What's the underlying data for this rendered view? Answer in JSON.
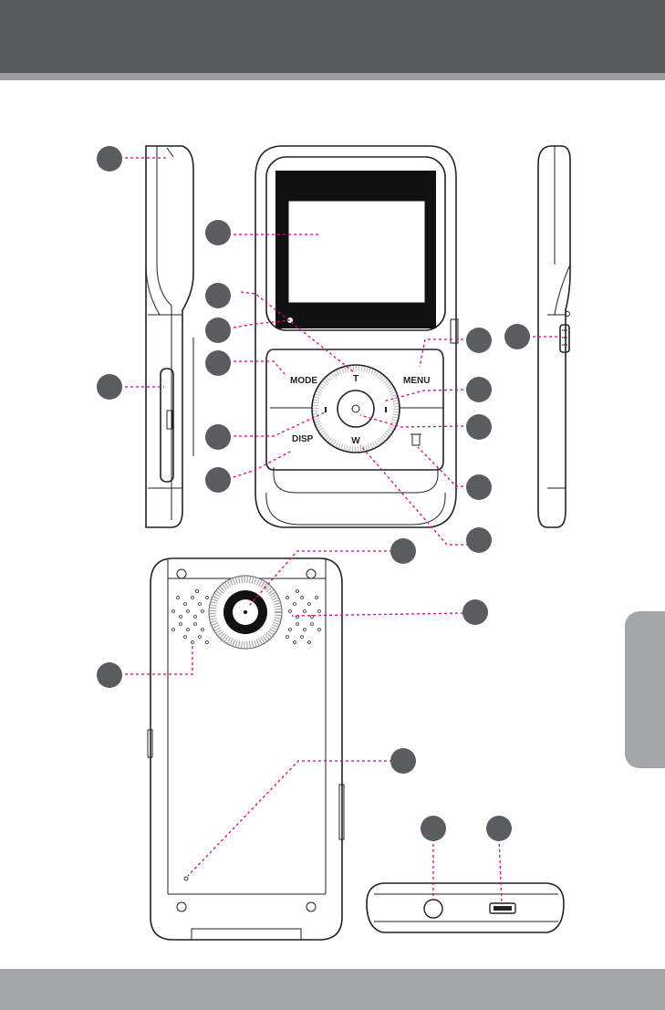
{
  "page": {
    "header_color": "#595a5e",
    "footer_color": "#a4a5a8",
    "callout_color": "#5b5c60",
    "leader_color": "#e6007e"
  },
  "buttons": {
    "mode": "MODE",
    "menu": "MENU",
    "disp": "DISP",
    "tele": "T",
    "wide": "W"
  },
  "icons": {
    "delete": "trash-icon",
    "record": "circle-icon"
  }
}
